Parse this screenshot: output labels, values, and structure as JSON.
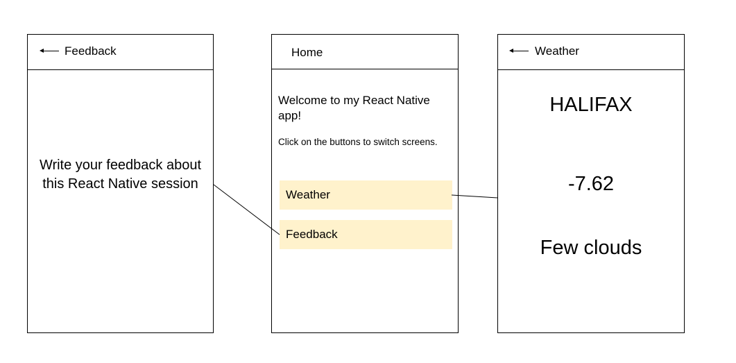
{
  "feedback_screen": {
    "header": {
      "back_icon": "back-arrow-icon",
      "title": "Feedback"
    },
    "body_text": "Write your feedback about this React Native session"
  },
  "home_screen": {
    "header": {
      "title": "Home"
    },
    "welcome": "Welcome to my React Native app!",
    "instructions": "Click on the buttons to switch screens.",
    "buttons": {
      "weather": "Weather",
      "feedback": "Feedback"
    },
    "button_color": "#fff2cc"
  },
  "weather_screen": {
    "header": {
      "back_icon": "back-arrow-icon",
      "title": "Weather"
    },
    "city": "HALIFAX",
    "temperature": "-7.62",
    "conditions": "Few clouds"
  }
}
